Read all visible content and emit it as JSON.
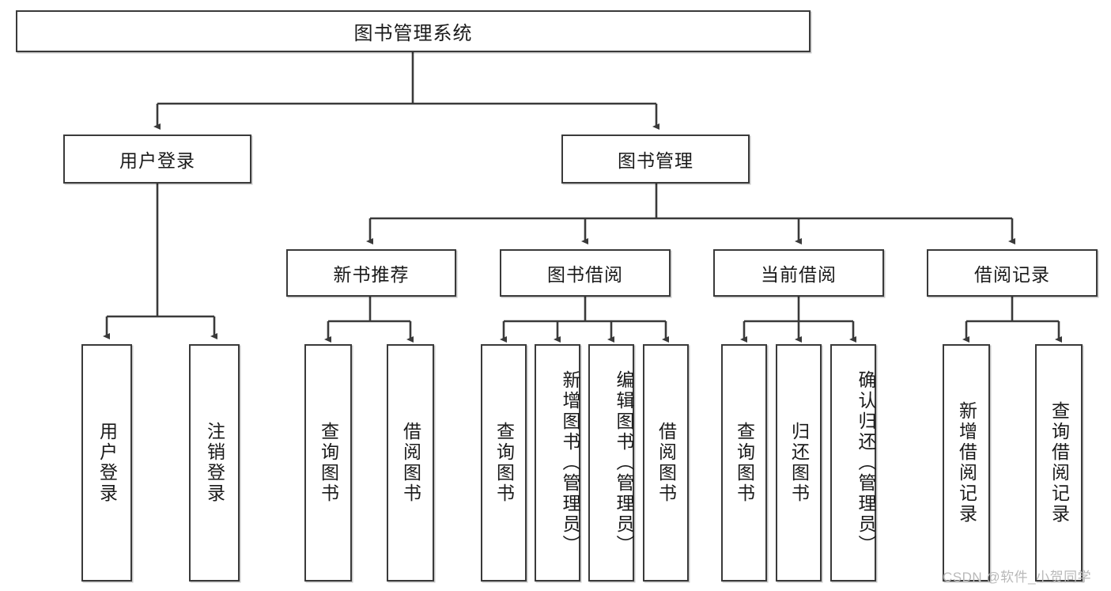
{
  "diagram": {
    "title": "图书管理系统",
    "type": "functional-structure-tree",
    "style": {
      "border_color": "#3a3a3a",
      "background": "#ffffff",
      "text_color": "#1a1a1a",
      "watermark_color": "#b9b9b9"
    },
    "levels": {
      "root": {
        "label": "图书管理系统"
      },
      "level2": [
        {
          "label": "用户登录"
        },
        {
          "label": "图书管理"
        }
      ],
      "level3": [
        {
          "label": "新书推荐"
        },
        {
          "label": "图书借阅"
        },
        {
          "label": "当前借阅"
        },
        {
          "label": "借阅记录"
        }
      ],
      "leaves": {
        "user_login": [
          {
            "label": "用户登录"
          },
          {
            "label": "注销登录"
          }
        ],
        "new_book_recommend": [
          {
            "label": "查询图书"
          },
          {
            "label": "借阅图书"
          }
        ],
        "book_borrow": [
          {
            "label": "查询图书"
          },
          {
            "label": "新增图书（管理员）"
          },
          {
            "label": "编辑图书（管理员）"
          },
          {
            "label": "借阅图书"
          }
        ],
        "current_borrow": [
          {
            "label": "查询图书"
          },
          {
            "label": "归还图书"
          },
          {
            "label": "确认归还（管理员）"
          }
        ],
        "borrow_record": [
          {
            "label": "新增借阅记录"
          },
          {
            "label": "查询借阅记录"
          }
        ]
      }
    }
  },
  "watermark": {
    "text": "CSDN @软件_小贺同学"
  }
}
